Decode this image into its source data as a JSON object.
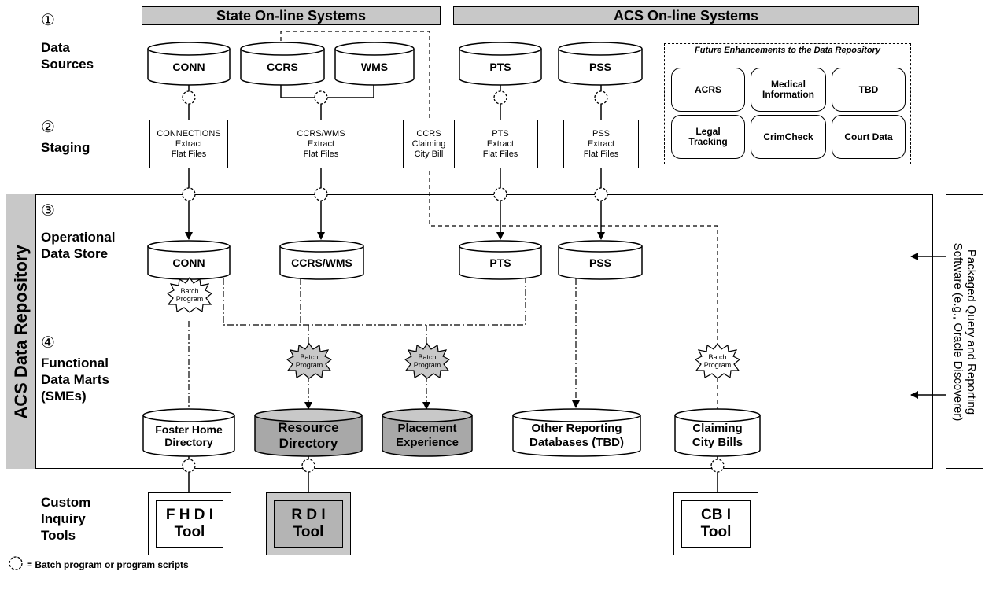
{
  "headers": {
    "state": "State On-line Systems",
    "acs": "ACS On-line Systems"
  },
  "stages": [
    {
      "num": "①",
      "label": "Data\nSources"
    },
    {
      "num": "②",
      "label": "Staging"
    },
    {
      "num": "③",
      "label": "Operational\nData Store"
    },
    {
      "num": "④",
      "label": "Functional\nData Marts\n(SMEs)"
    },
    {
      "num": "",
      "label": "Custom\nInquiry\nTools"
    }
  ],
  "sources": [
    "CONN",
    "CCRS",
    "WMS",
    "PTS",
    "PSS"
  ],
  "staging": [
    "CONNECTIONS\nExtract\nFlat Files",
    "CCRS/WMS\nExtract\nFlat Files",
    "CCRS\nClaiming\nCity Bill",
    "PTS\nExtract\nFlat Files",
    "PSS\nExtract\nFlat Files"
  ],
  "future": {
    "title": "Future Enhancements to the Data Repository",
    "items": [
      "ACRS",
      "Medical\nInformation",
      "TBD",
      "Legal\nTracking",
      "CrimCheck",
      "Court Data"
    ]
  },
  "repository": {
    "title": "ACS Data Repository"
  },
  "ods": [
    "CONN",
    "CCRS/WMS",
    "PTS",
    "PSS"
  ],
  "batch_label": "Batch\nProgram",
  "marts": [
    "Foster Home\nDirectory",
    "Resource\nDirectory",
    "Placement\nExperience",
    "Other Reporting\nDatabases (TBD)",
    "Claiming\nCity Bills"
  ],
  "tools": [
    "F H D I\nTool",
    "R D I\nTool",
    "CB I\nTool"
  ],
  "packaged": "Packaged Query and Reporting\nSoftware (e.g., Oracle Discoverer)",
  "legend": "= Batch program or program scripts",
  "colors": {
    "gray": "#c8c8c8",
    "dark_gray": "#a0a0a0"
  }
}
